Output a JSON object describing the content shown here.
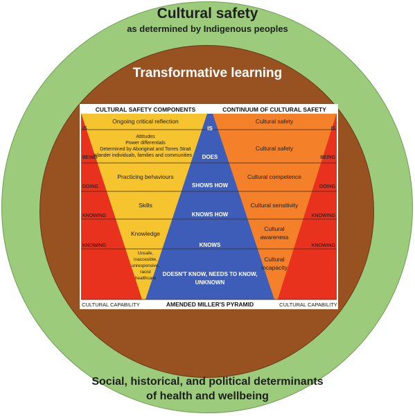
{
  "outer": {
    "title": "Cultural safety",
    "subtitle": "as determined by Indigenous peoples",
    "bottom_line1": "Social, historical, and political determinants",
    "bottom_line2": "of health and wellbeing"
  },
  "inner": {
    "title": "Transformative learning"
  },
  "headers": {
    "left": "CULTURAL SAFETY COMPONENTS",
    "right": "CONTINUUM OF CULTURAL SAFETY",
    "bottom_left": "CULTURAL CAPABILITY",
    "bottom_center": "AMENDED MILLER'S PYRAMID",
    "bottom_right": "CULTURAL CAPABILITY"
  },
  "left_side_labels": [
    "IS",
    "BEING",
    "DOING",
    "KNOWING",
    "KNOWING"
  ],
  "right_side_labels": [
    "IS",
    "BEING",
    "DOING",
    "KNOWING",
    "KNOWING"
  ],
  "components": {
    "row1": "Ongoing critical reflection",
    "row2_lines": [
      "Attitudes",
      "Power differentials",
      "Determined by Aboriginal and Torres Strait",
      "Islander individuals, families and communities"
    ],
    "row3": "Practicing behaviours",
    "row4": "Skills",
    "row5": "Knowledge",
    "row6_lines": [
      "Unsafe,",
      "inaccesible,",
      "unresponsive,",
      "racist",
      "healthcare"
    ]
  },
  "pyramid": {
    "row1": "IS",
    "row2": "DOES",
    "row3": "SHOWS HOW",
    "row4": "KNOWS HOW",
    "row5": "KNOWS",
    "row6_lines": [
      "DOESN'T KNOW, NEEDS TO KNOW,",
      "UNKNOWN"
    ]
  },
  "continuum": {
    "row1": "Cultural safety",
    "row2": "Cultural safety",
    "row3": "Cultural competence",
    "row4": "Cultural sensitivity",
    "row5_lines": [
      "Cultural",
      "awareness"
    ],
    "row6_lines": [
      "Cultural",
      "incapacity"
    ]
  },
  "colors": {
    "outer_ring": "#9bcb7b",
    "inner_ring": "#985222",
    "red": "#e8321e",
    "yellow": "#f6c42e",
    "blue": "#3d5db8",
    "orange": "#f4812a"
  }
}
